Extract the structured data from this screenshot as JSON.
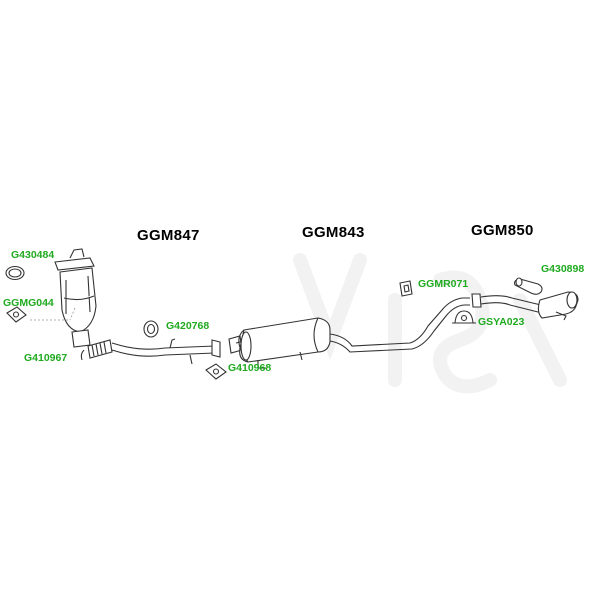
{
  "colors": {
    "label": "#1faa1f",
    "heading": "#000000",
    "line": "#333333",
    "watermark": "#f2f2f2"
  },
  "sections": [
    {
      "id": "front",
      "title": "GGM847"
    },
    {
      "id": "middle",
      "title": "GGM843"
    },
    {
      "id": "rear",
      "title": "GGM850"
    }
  ],
  "parts": {
    "ring_gasket": "G430484",
    "catalytic_converter": "GGMG044",
    "flange_gasket_front": "G410967",
    "rubber_mount": "G420768",
    "flange_gasket_mid": "G410968",
    "rubber_hanger": "GGMR071",
    "rear_clamp": "GSYA023",
    "tail_clamp": "G430898"
  }
}
